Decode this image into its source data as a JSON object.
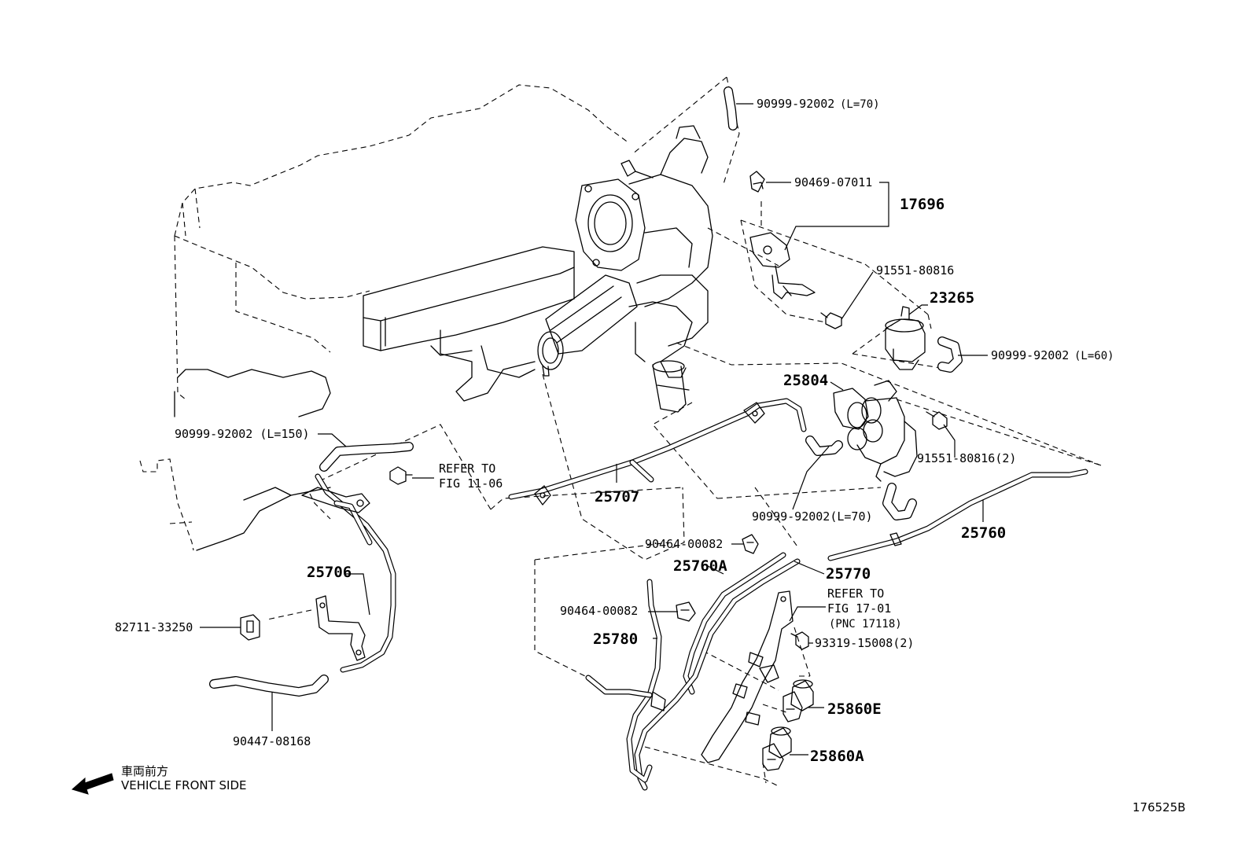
{
  "parts": {
    "hose_top": "90999-92002",
    "hose_top_len": "(L=70)",
    "clip_90469": "90469-07011",
    "bracket_17696": "17696",
    "bolt_91551_top": "91551-80816",
    "vsv_23265": "23265",
    "hose_l60": "90999-92002",
    "hose_l60_len": "(L=60)",
    "valve_25804": "25804",
    "bolt_91551_2": "91551-80816(2)",
    "hose_l150": "90999-92002 (L=150)",
    "refer_1106_a": "REFER TO",
    "refer_1106_b": "FIG 11-06",
    "pipe_25707": "25707",
    "hose_l70_b": "90999-92002(L=70)",
    "pipe_25760": "25760",
    "clip_00082_a": "90464-00082",
    "pipe_25760A": "25760A",
    "pipe_25770": "25770",
    "refer_1701_a": "REFER TO",
    "refer_1701_b": "FIG 17-01",
    "refer_1701_c": "(PNC 17118)",
    "pipe_25706": "25706",
    "clip_00082_b": "90464-00082",
    "pipe_25780": "25780",
    "bolt_93319": "93319-15008(2)",
    "clamp_82711": "82711-33250",
    "sensor_25860E": "25860E",
    "sensor_25860A": "25860A",
    "hose_90447": "90447-08168"
  },
  "front": {
    "jp": "車両前方",
    "en": "VEHICLE FRONT SIDE"
  },
  "figure_number": "176525B"
}
